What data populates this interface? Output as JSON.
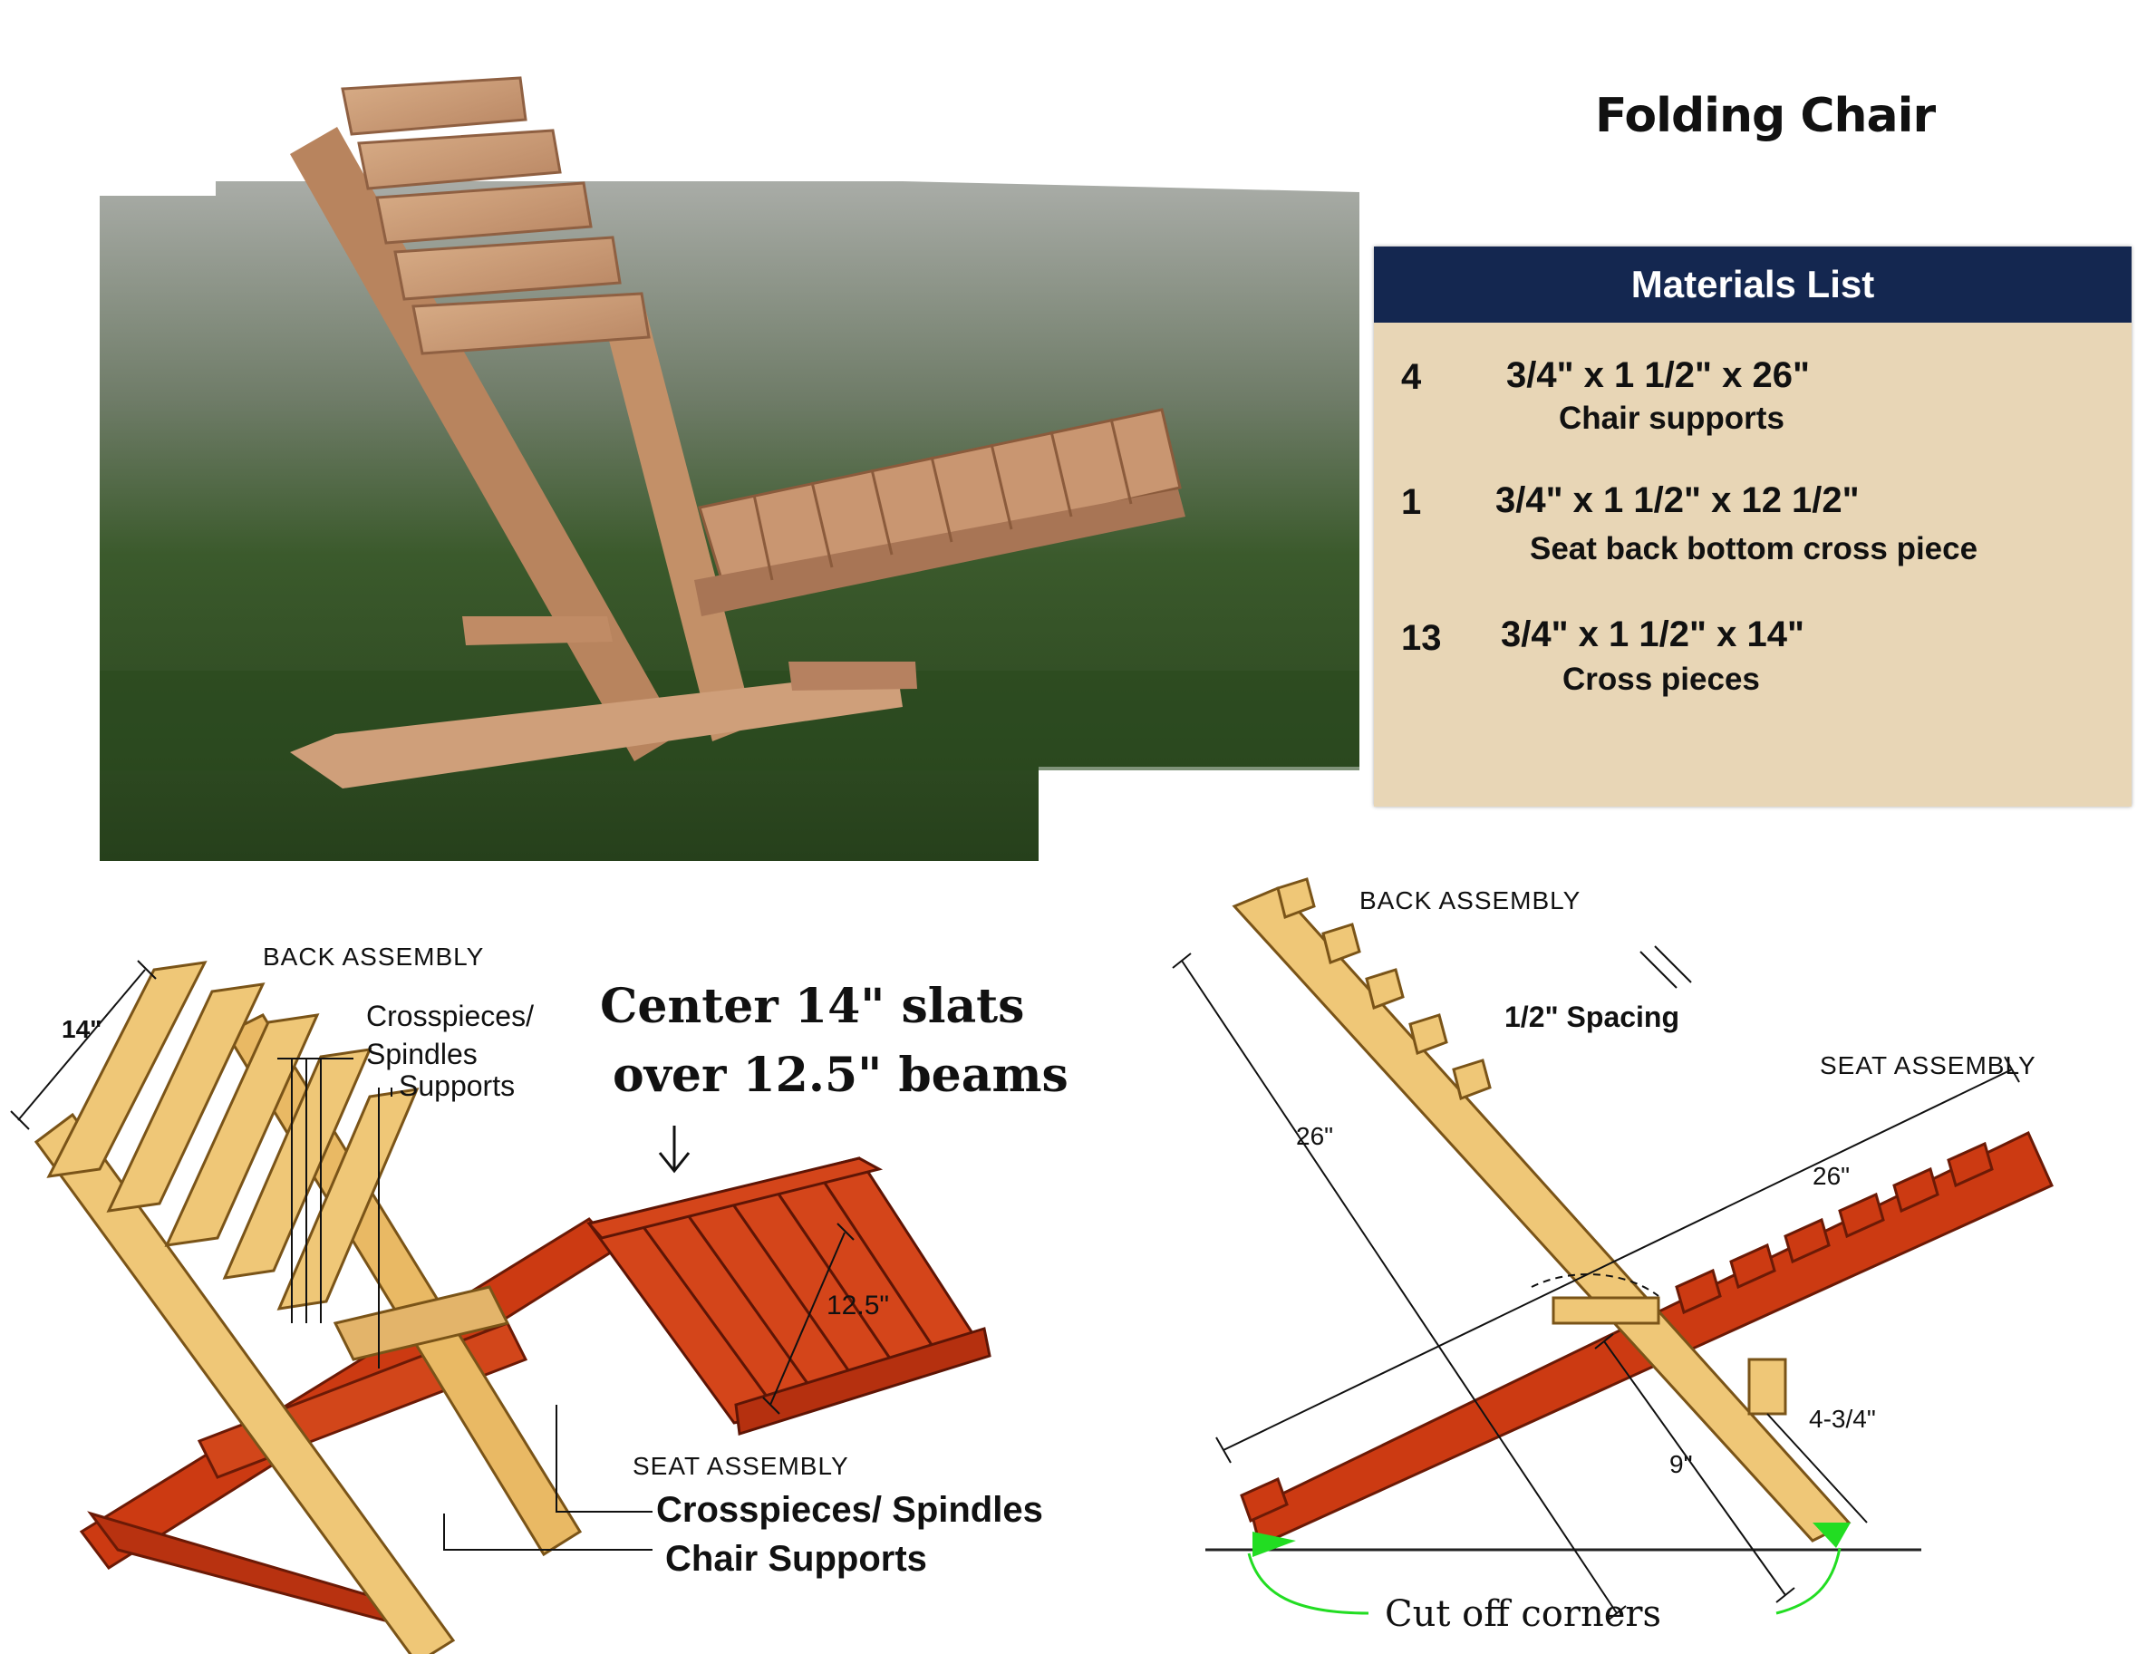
{
  "title": "Folding Chair",
  "materials": {
    "header": "Materials List",
    "items": [
      {
        "qty": "4",
        "dimensions": "3/4\" x 1 1/2\" x 26\"",
        "description": "Chair supports"
      },
      {
        "qty": "1",
        "dimensions": "3/4\" x 1 1/2\" x 12 1/2\"",
        "description": "Seat back bottom cross piece"
      },
      {
        "qty": "13",
        "dimensions": "3/4\" x 1 1/2\" x 14\"",
        "description": "Cross pieces"
      }
    ]
  },
  "left_diagram": {
    "back_assembly": "BACK ASSEMBLY",
    "width_dim": "14\"",
    "crosspieces_label": "Crosspieces/\nSpindles",
    "supports_label": "Supports",
    "center_note_line1": "Center 14\" slats",
    "center_note_line2": "over 12.5\" beams",
    "seat_width_dim": "12.5\"",
    "seat_assembly": "SEAT ASSEMBLY",
    "crosspieces_spindles": "Crosspieces/ Spindles",
    "chair_supports": "Chair Supports"
  },
  "right_diagram": {
    "back_assembly": "BACK ASSEMBLY",
    "spacing": "1/2\" Spacing",
    "seat_assembly": "SEAT ASSEMBLY",
    "back_length": "26\"",
    "seat_length": "26\"",
    "pivot_offset": "9\"",
    "foot_offset": "4-3/4\"",
    "cut_corners": "Cut off corners"
  },
  "colors": {
    "header_navy": "#142750",
    "panel_tan": "#e8d6b6",
    "pine": "#efc777",
    "red_seat": "#cc3a12",
    "cut_green": "#22dd22"
  }
}
